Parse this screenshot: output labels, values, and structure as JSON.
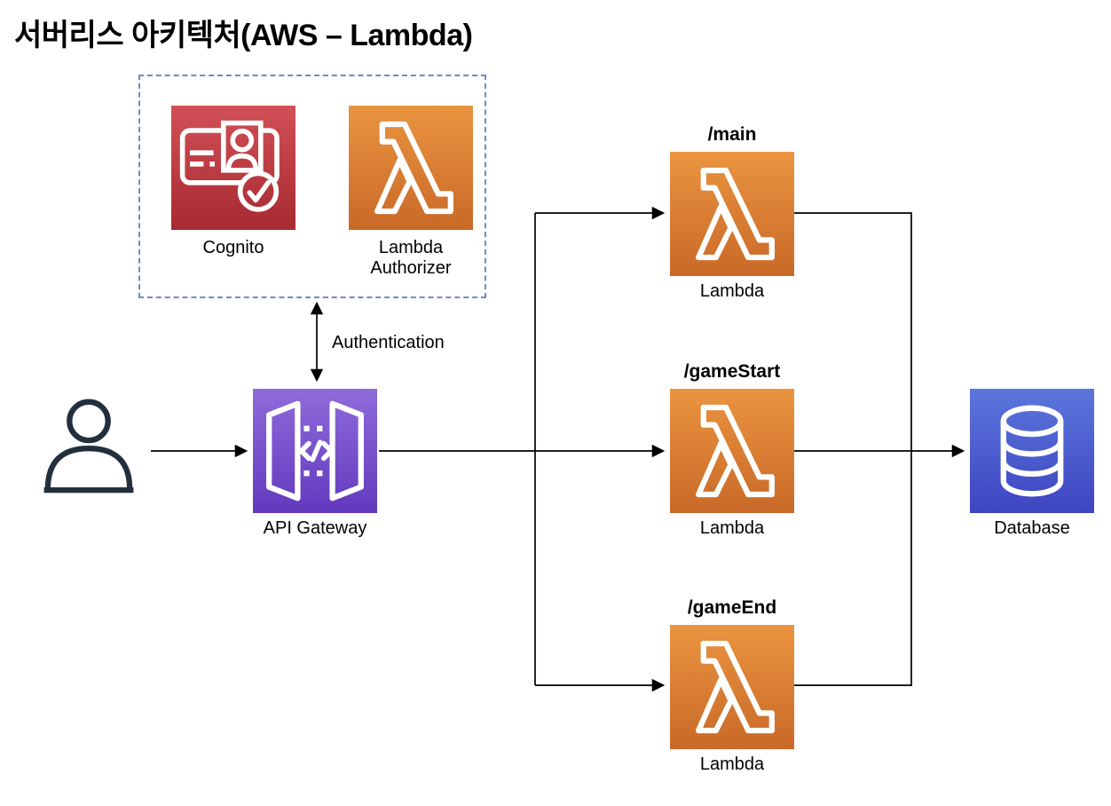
{
  "title": "서버리스 아키텍처(AWS – Lambda)",
  "auth_group": {
    "cognito": {
      "label": "Cognito",
      "icon": "cognito-id-card-icon"
    },
    "lambda_authorizer": {
      "label": "Lambda Authorizer",
      "icon": "lambda-icon"
    }
  },
  "authentication_arrow_label": "Authentication",
  "user": {
    "icon": "user-icon"
  },
  "api_gateway": {
    "label": "API Gateway",
    "icon": "api-gateway-icon"
  },
  "routes": [
    {
      "path": "/main",
      "service": "Lambda",
      "icon": "lambda-icon"
    },
    {
      "path": "/gameStart",
      "service": "Lambda",
      "icon": "lambda-icon"
    },
    {
      "path": "/gameEnd",
      "service": "Lambda",
      "icon": "lambda-icon"
    }
  ],
  "database": {
    "label": "Database",
    "icon": "database-cylinder-icon"
  },
  "colors": {
    "lambda_gradient_top": "#EA9440",
    "lambda_gradient_bottom": "#C96928",
    "cognito_gradient_top": "#D25058",
    "cognito_gradient_bottom": "#A72A31",
    "api_gateway_gradient_top": "#8F6BDA",
    "api_gateway_gradient_bottom": "#6239BE",
    "database_gradient_top": "#5B76DC",
    "database_gradient_bottom": "#3E45C2",
    "auth_group_border": "#6C8EBF",
    "user_outline": "#232F3E",
    "connector": "#000000"
  }
}
